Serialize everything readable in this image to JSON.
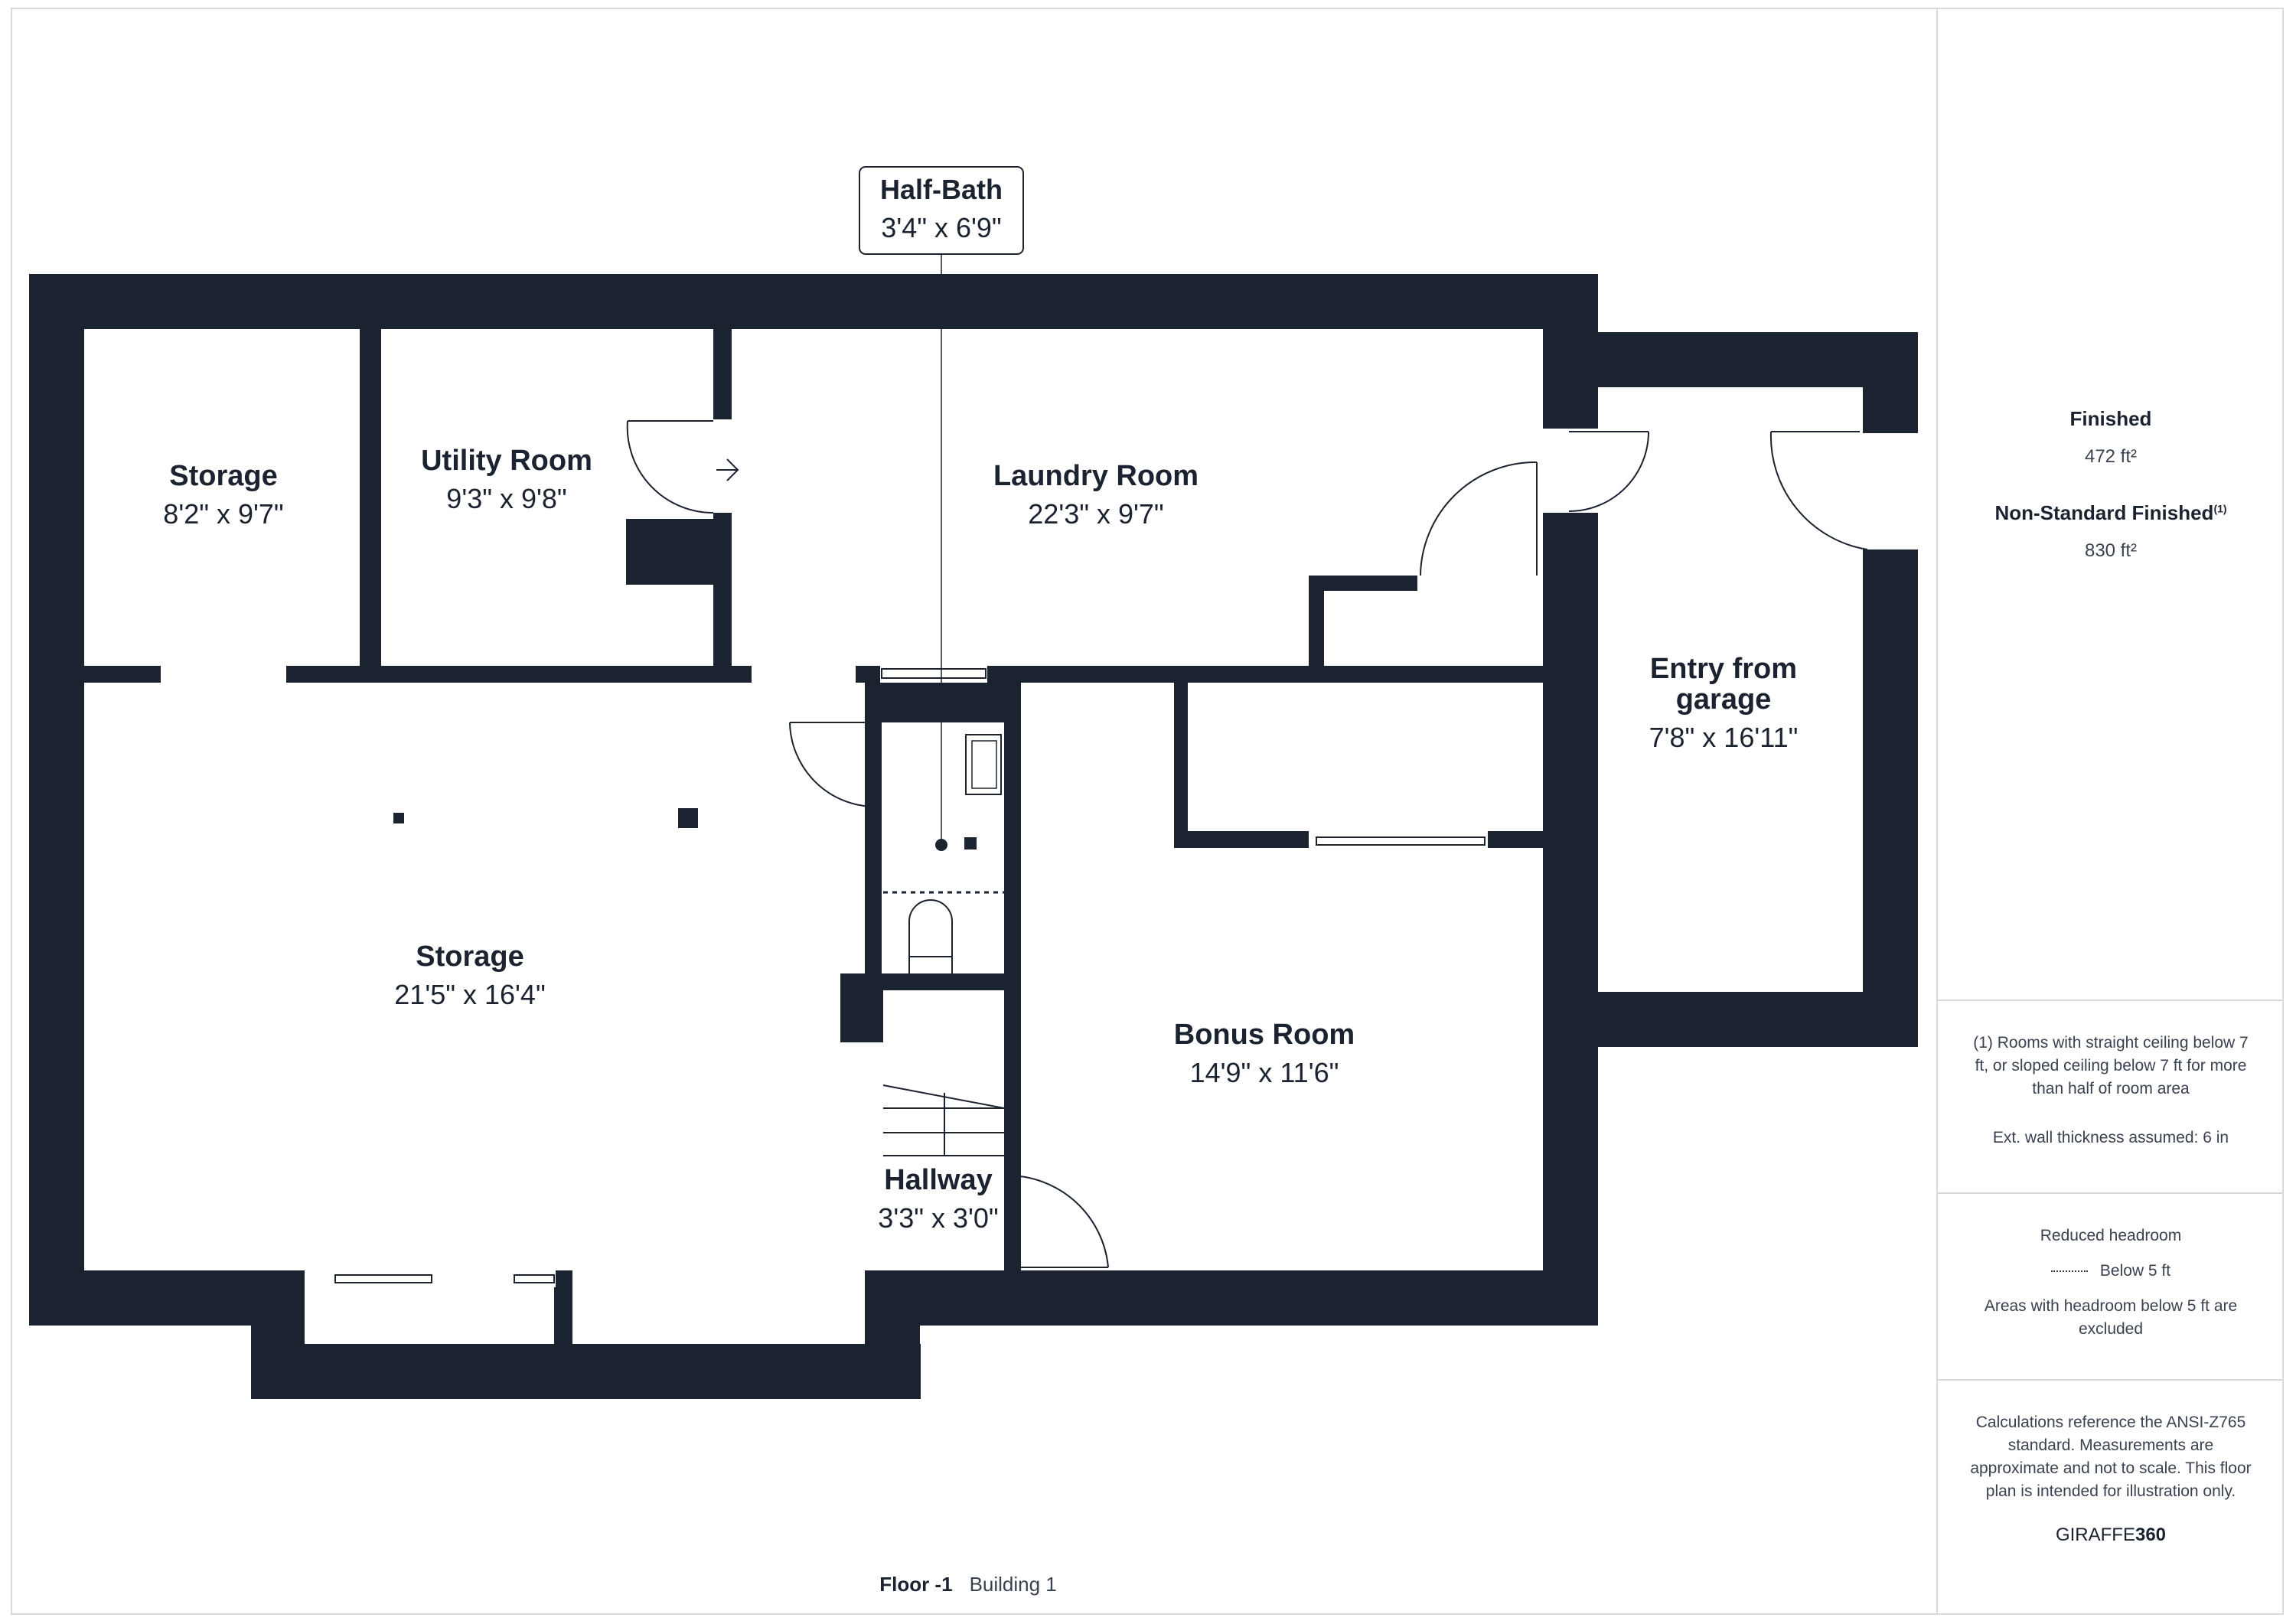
{
  "rooms": {
    "half_bath": {
      "name": "Half-Bath",
      "dims": "3'4\" x 6'9\""
    },
    "storage_small": {
      "name": "Storage",
      "dims": "8'2\" x 9'7\""
    },
    "utility": {
      "name": "Utility Room",
      "dims": "9'3\" x 9'8\""
    },
    "laundry": {
      "name": "Laundry Room",
      "dims": "22'3\" x 9'7\""
    },
    "entry_garage": {
      "name_line1": "Entry from",
      "name_line2": "garage",
      "dims": "7'8\" x 16'11\""
    },
    "storage_large": {
      "name": "Storage",
      "dims": "21'5\" x 16'4\""
    },
    "bonus": {
      "name": "Bonus Room",
      "dims": "14'9\" x 11'6\""
    },
    "hallway": {
      "name": "Hallway",
      "dims": "3'3\" x 3'0\""
    }
  },
  "sidebar": {
    "finished_label": "Finished",
    "finished_value": "472 ft²",
    "nonstandard_label": "Non-Standard Finished",
    "nonstandard_sup": "(1)",
    "nonstandard_value": "830 ft²",
    "note1": "(1) Rooms with straight ceiling below 7 ft, or sloped ceiling below 7 ft for more than half of room area",
    "note2": "Ext. wall thickness assumed: 6 in",
    "headroom_title": "Reduced headroom",
    "headroom_legend": "Below 5 ft",
    "headroom_note": "Areas with headroom below 5 ft are excluded",
    "disclaimer": "Calculations reference the ANSI-Z765 standard. Measurements are approximate and not to scale. This floor plan is intended for illustration only.",
    "brand_light": "GIRAFFE",
    "brand_bold": "360"
  },
  "footer": {
    "floor": "Floor -1",
    "building": "Building 1"
  },
  "colors": {
    "wall": "#1c2330",
    "border": "#d6d9de",
    "text_secondary": "#3a4150"
  }
}
